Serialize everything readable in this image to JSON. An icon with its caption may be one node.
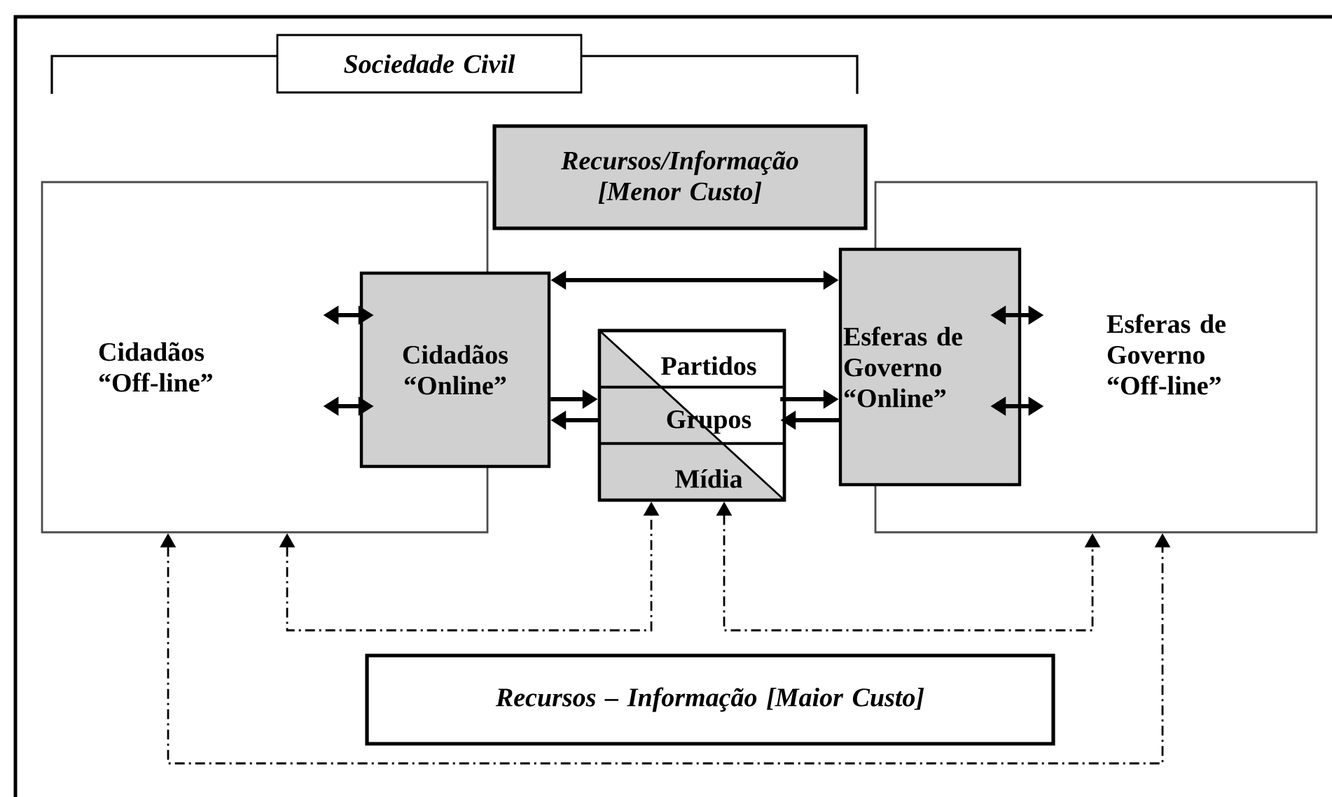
{
  "diagram": {
    "nodes": [
      {
        "text": [
          "Sociedade Civil"
        ]
      },
      {
        "text": [
          "Recursos/Informação [Menor Custo]"
        ]
      },
      {
        "text": [
          "Cidadãos “Off-line”"
        ]
      },
      {
        "text": [
          "Cidadãos “Online”"
        ]
      },
      {
        "text": [
          "Partidos",
          "Grupos",
          "Mídia"
        ]
      },
      {
        "text": [
          "Esferas de Governo “Online”"
        ]
      },
      {
        "text": [
          "Esferas de Governo “Off-line”"
        ]
      },
      {
        "text": [
          "Recursos – Informação [Maior Custo]"
        ]
      }
    ],
    "edges": [
      {
        "from": 2,
        "to": 3,
        "arrow": "both"
      },
      {
        "from": 2,
        "to": 3,
        "arrow": "both"
      },
      {
        "from": 3,
        "to": 5,
        "arrow": "both"
      },
      {
        "from": 3,
        "to": 4,
        "arrow": "to"
      },
      {
        "from": 4,
        "to": 3,
        "arrow": "to"
      },
      {
        "from": 4,
        "to": 5,
        "arrow": "to"
      },
      {
        "from": 5,
        "to": 4,
        "arrow": "to"
      },
      {
        "from": 5,
        "to": 6,
        "arrow": "both"
      },
      {
        "from": 5,
        "to": 6,
        "arrow": "both"
      },
      {
        "from": 2,
        "to": 4,
        "arrow": "both",
        "style": "dashed"
      },
      {
        "from": 4,
        "to": 6,
        "arrow": "both",
        "style": "dashed"
      },
      {
        "from": 2,
        "to": 6,
        "arrow": "both",
        "style": "dashed"
      }
    ]
  }
}
